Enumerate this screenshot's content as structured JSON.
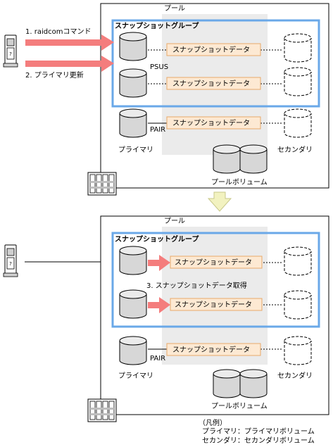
{
  "top": {
    "pool_label": "プール",
    "group_label": "スナップショットグループ",
    "step1_label": "1. raidcomコマンド",
    "step2_label": "2. プライマリ更新",
    "psus_label": "PSUS",
    "pair_label": "PAIR",
    "primary_label": "プライマリ",
    "secondary_label": "セカンダリ",
    "pool_volume_label": "プールボリューム",
    "snap_label_1": "スナップショットデータ",
    "snap_label_2": "スナップショットデータ",
    "snap_label_3": "スナップショットデータ"
  },
  "bottom": {
    "pool_label": "プール",
    "group_label": "スナップショットグループ",
    "step3_label": "3. スナップショットデータ取得",
    "pair_label": "PAIR",
    "primary_label": "プライマリ",
    "secondary_label": "セカンダリ",
    "pool_volume_label": "プールボリューム",
    "snap_label_1": "スナップショットデータ",
    "snap_label_2": "スナップショットデータ",
    "snap_label_3": "スナップショットデータ"
  },
  "legend": {
    "title": "（凡例）",
    "line1": "プライマリ：プライマリボリューム",
    "line2": "セカンダリ：セカンダリボリューム"
  },
  "colors": {
    "group_border": "#6aa8e8",
    "arrow": "#f47d7d",
    "snapshot_fill": "#fde9d3",
    "transition_arrow": "#f2f2c0"
  }
}
